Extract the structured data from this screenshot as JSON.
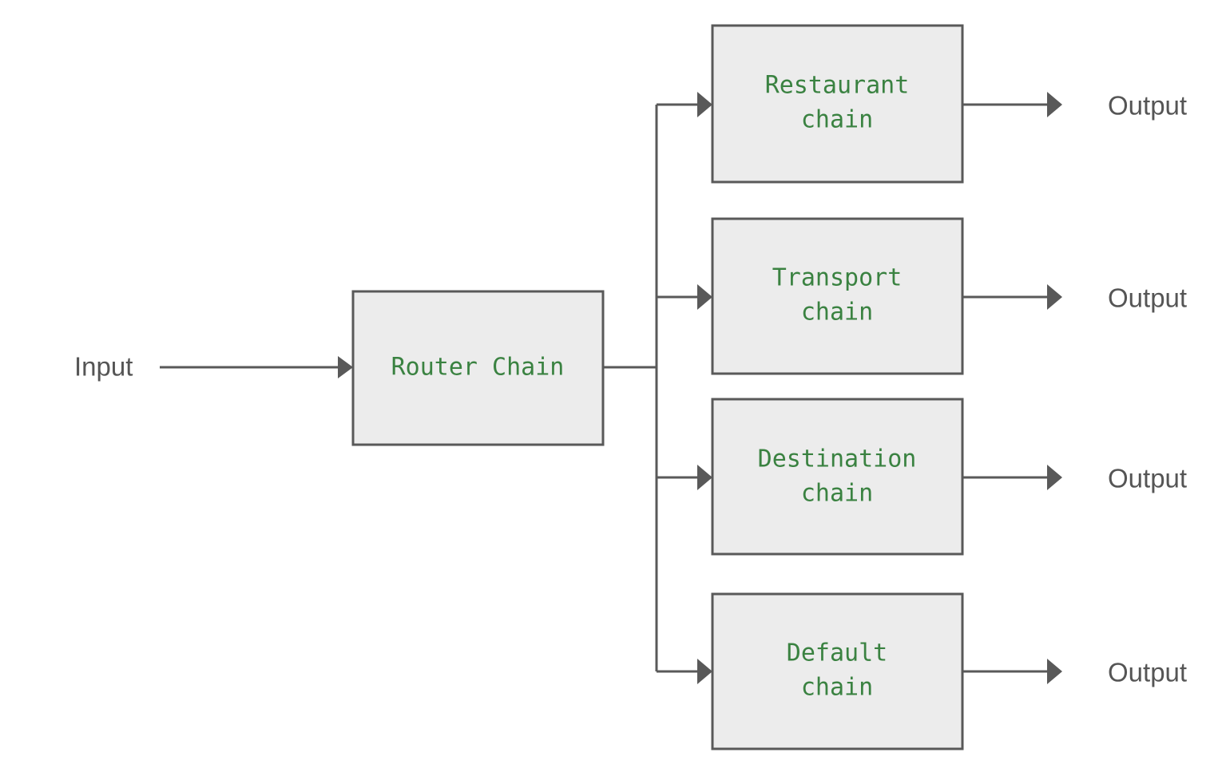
{
  "diagram": {
    "title": "Router Chain routing diagram",
    "colors": {
      "node_fill": "#ececec",
      "node_stroke": "#595959",
      "node_text": "#3a8241",
      "edge": "#595959",
      "io_text": "#555555",
      "background": "#ffffff"
    },
    "input": {
      "label": "Input"
    },
    "router": {
      "label": "Router Chain"
    },
    "branches": [
      {
        "line1": "Restaurant",
        "line2": "chain",
        "output_label": "Output"
      },
      {
        "line1": "Transport",
        "line2": "chain",
        "output_label": "Output"
      },
      {
        "line1": "Destination",
        "line2": "chain",
        "output_label": "Output"
      },
      {
        "line1": "Default",
        "line2": "chain",
        "output_label": "Output"
      }
    ]
  }
}
